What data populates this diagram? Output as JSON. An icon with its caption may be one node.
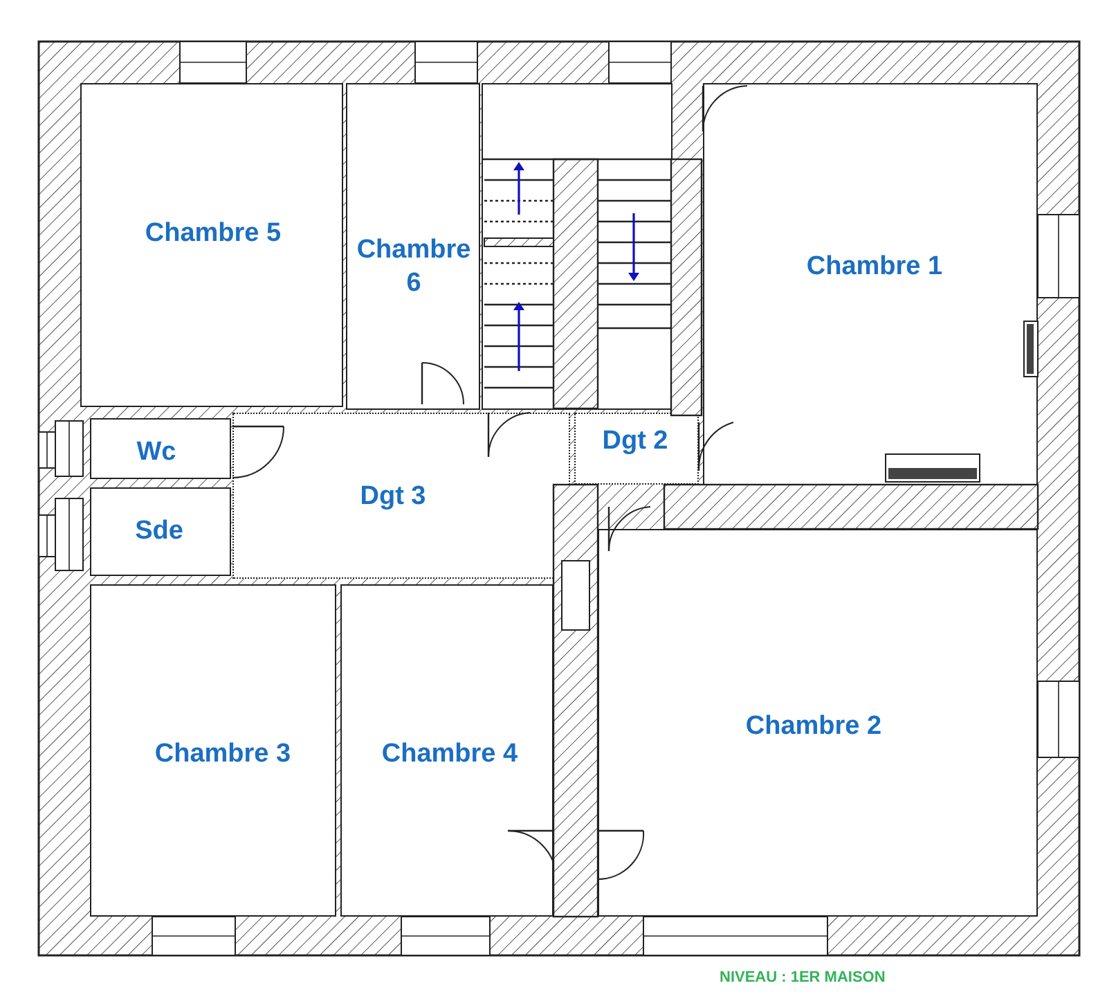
{
  "diagram": {
    "nodes": [
      {
        "text": [
          "Chambre 5"
        ]
      },
      {
        "text": [
          "Chambre 6"
        ]
      },
      {
        "text": [
          "Chambre 1"
        ]
      },
      {
        "text": [
          "Wc"
        ]
      },
      {
        "text": [
          "Dgt 2"
        ]
      },
      {
        "text": [
          "Dgt 3"
        ]
      },
      {
        "text": [
          "Sde"
        ]
      },
      {
        "text": [
          "Chambre 3"
        ]
      },
      {
        "text": [
          "Chambre 4"
        ]
      },
      {
        "text": [
          "Chambre 2"
        ]
      },
      {
        "text": [],
        "shape": "box"
      }
    ],
    "labels": [
      "NIVEAU : 1ER MAISON"
    ]
  }
}
